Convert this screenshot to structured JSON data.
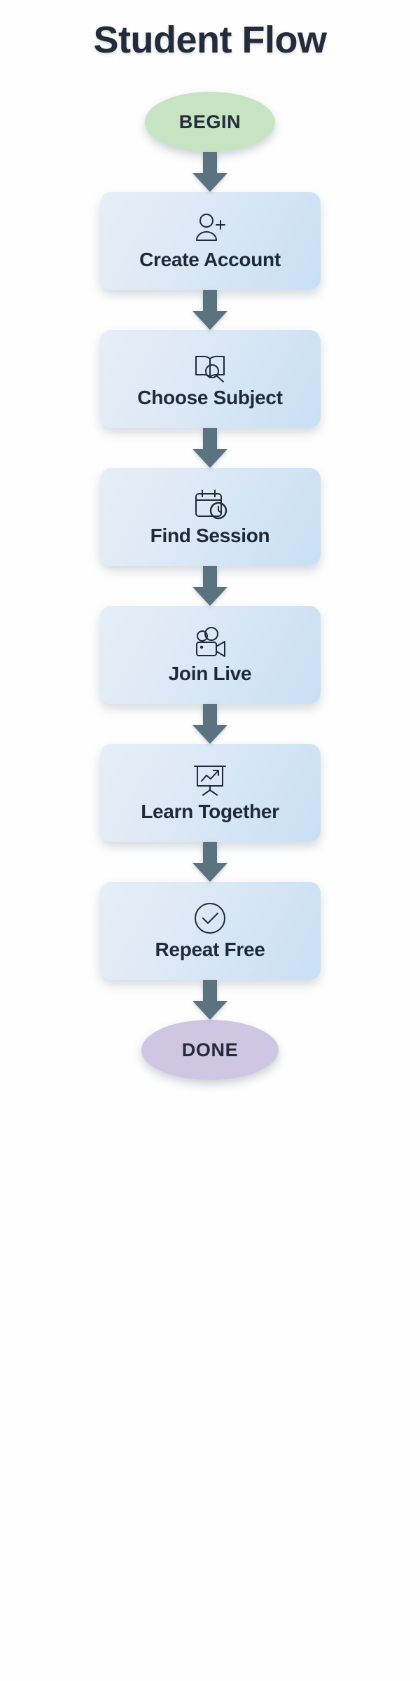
{
  "diagram": {
    "title": "Student Flow",
    "background_color": "#fefefe",
    "title_color": "#242c3c",
    "arrow_color": "#5b7280",
    "card_gradient_from": "#e4eef7",
    "card_gradient_to": "#c8dff4",
    "card_text_color": "#1e2a38",
    "start": {
      "label": "BEGIN",
      "shape": "oval",
      "color": "#c6e3c2"
    },
    "end": {
      "label": "DONE",
      "shape": "oval",
      "color": "#cfc6e4"
    },
    "steps": [
      {
        "label": "Create Account",
        "icon": "user-plus-icon"
      },
      {
        "label": "Choose Subject",
        "icon": "book-search-icon"
      },
      {
        "label": "Find Session",
        "icon": "calendar-clock-icon"
      },
      {
        "label": "Join Live",
        "icon": "video-camera-icon"
      },
      {
        "label": "Learn Together",
        "icon": "presentation-chart-icon"
      },
      {
        "label": "Repeat Free",
        "icon": "check-circle-icon"
      }
    ],
    "connector_label": ""
  }
}
